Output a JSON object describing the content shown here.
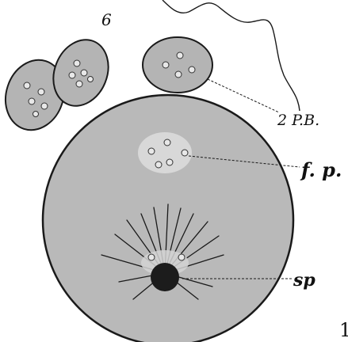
{
  "figure": {
    "number": "6",
    "corner_mark": "1",
    "labels": {
      "polar_bodies": "2 P.B.",
      "female_pronucleus": "f. p.",
      "sperm": "sp"
    }
  },
  "colors": {
    "cell_fill": "#b9b9b9",
    "cell_stroke": "#1a1a1a",
    "body_fill": "#b4b4b4",
    "granule_fill": "#e8e8e8",
    "pronucleus_halo": "#dcdcdc",
    "sperm_head": "#1c1c1c",
    "ink": "#111111"
  }
}
